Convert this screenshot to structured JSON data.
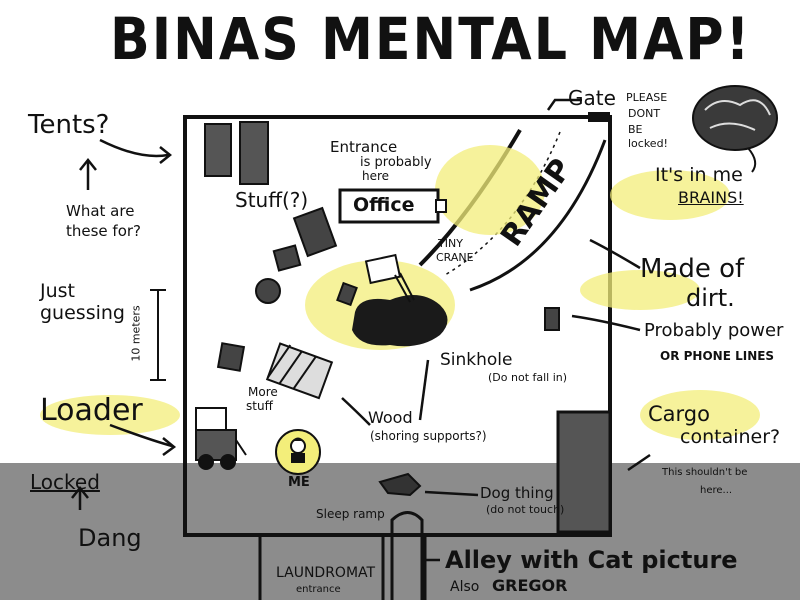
{
  "title": "BINAS MENTAL MAP!",
  "labels": {
    "tents": "Tents?",
    "what_are_these_for": [
      "What are",
      "these for?"
    ],
    "just_guessing": [
      "Just",
      "guessing"
    ],
    "ten_meters": "10 meters",
    "loader": "Loader",
    "locked": "Locked",
    "dang": "Dang",
    "stuff": "Stuff(?)",
    "office": "Office",
    "entrance_probably_here": [
      "Entrance",
      "is probably",
      "here"
    ],
    "tiny_crane": [
      "TINY",
      "CRANE"
    ],
    "ramp": "RAMP",
    "gate": "Gate",
    "please_dont_be_locked": [
      "PLEASE",
      "DONT",
      "BE",
      "locked!"
    ],
    "its_in_me_brains": [
      "It's in me",
      "BRAINS!"
    ],
    "made_of_dirt": [
      "Made of",
      "dirt."
    ],
    "probably_power": "Probably power",
    "or_phone_lines": "OR PHONE LINES",
    "sinkhole": "Sinkhole",
    "do_not_fall_in": "(Do not fall in)",
    "more_stuff": [
      "More",
      "stuff"
    ],
    "wood": "Wood",
    "shoring_supports": "(shoring supports?)",
    "me": "ME",
    "cargo_container": [
      "Cargo",
      "container?"
    ],
    "this_shouldnt_be_here": [
      "This shouldn't be",
      "here..."
    ],
    "dog_thing": "Dog thing",
    "do_not_touch": "(do not touch)",
    "sleep_ramp": "Sleep ramp",
    "laundromat_entrance": [
      "LAUNDROMAT",
      "entrance"
    ],
    "alley_with_cat_picture": "Alley with Cat picture",
    "also_gregor": [
      "Also",
      "GREGOR"
    ]
  },
  "colors": {
    "ink": "#111111",
    "ground": "#8c8c8c",
    "highlight": "#f3ee7a",
    "sinkhole": "#1a1a1a",
    "brain": "#3a3a3a"
  }
}
